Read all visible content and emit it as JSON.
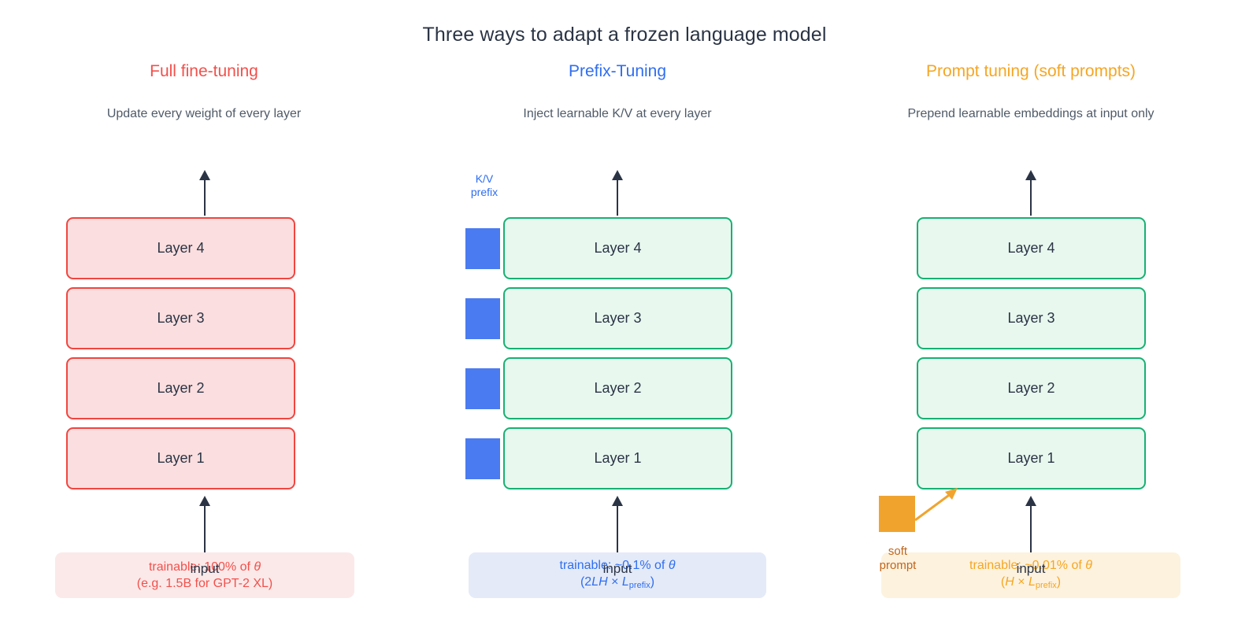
{
  "figure": {
    "title": "Three ways to adapt a frozen language model"
  },
  "colors": {
    "red": "#f2504b",
    "blue": "#2f6ef0",
    "orange": "#f5a623",
    "green_border": "#16b173",
    "green_fill": "#e8f8ef",
    "red_fill": "#fbdedf",
    "kv_square": "#4a7bf0",
    "soft_prompt_square": "#f0a42e",
    "arrow": "#2b3445",
    "subtitle_text": "#4f5a68"
  },
  "panels": [
    {
      "id": "full-fine-tuning",
      "heading": "Full fine-tuning",
      "subheading": "Update every weight of every layer",
      "layers": [
        "Layer 4",
        "Layer 3",
        "Layer 2",
        "Layer 1"
      ],
      "input_label": "input",
      "trainable": {
        "line1_prefix": "trainable: 100% of ",
        "line1_symbol": "θ",
        "line2": "(e.g. 1.5B for GPT-2 XL)"
      }
    },
    {
      "id": "prefix-tuning",
      "heading": "Prefix-Tuning",
      "subheading": "Inject learnable K/V at every layer",
      "layers": [
        "Layer 4",
        "Layer 3",
        "Layer 2",
        "Layer 1"
      ],
      "kv_label_line1": "K/V",
      "kv_label_line2": "prefix",
      "kv_squares": 4,
      "input_label": "input",
      "trainable": {
        "line1_prefix": "trainable: ~0.1% of ",
        "line1_symbol": "θ",
        "line2_open": "(2",
        "line2_var1": "LH",
        "line2_times": " × ",
        "line2_var2": "L",
        "line2_sub": "prefix",
        "line2_close": ")"
      }
    },
    {
      "id": "prompt-tuning",
      "heading": "Prompt tuning (soft prompts)",
      "subheading": "Prepend learnable embeddings at input only",
      "layers": [
        "Layer 4",
        "Layer 3",
        "Layer 2",
        "Layer 1"
      ],
      "soft_prompt_label_line1": "soft",
      "soft_prompt_label_line2": "prompt",
      "input_label": "input",
      "trainable": {
        "line1_prefix": "trainable: ~0.01% of ",
        "line1_symbol": "θ",
        "line2_open": "(",
        "line2_var1": "H",
        "line2_times": " × ",
        "line2_var2": "L",
        "line2_sub": "prefix",
        "line2_close": ")"
      }
    }
  ]
}
